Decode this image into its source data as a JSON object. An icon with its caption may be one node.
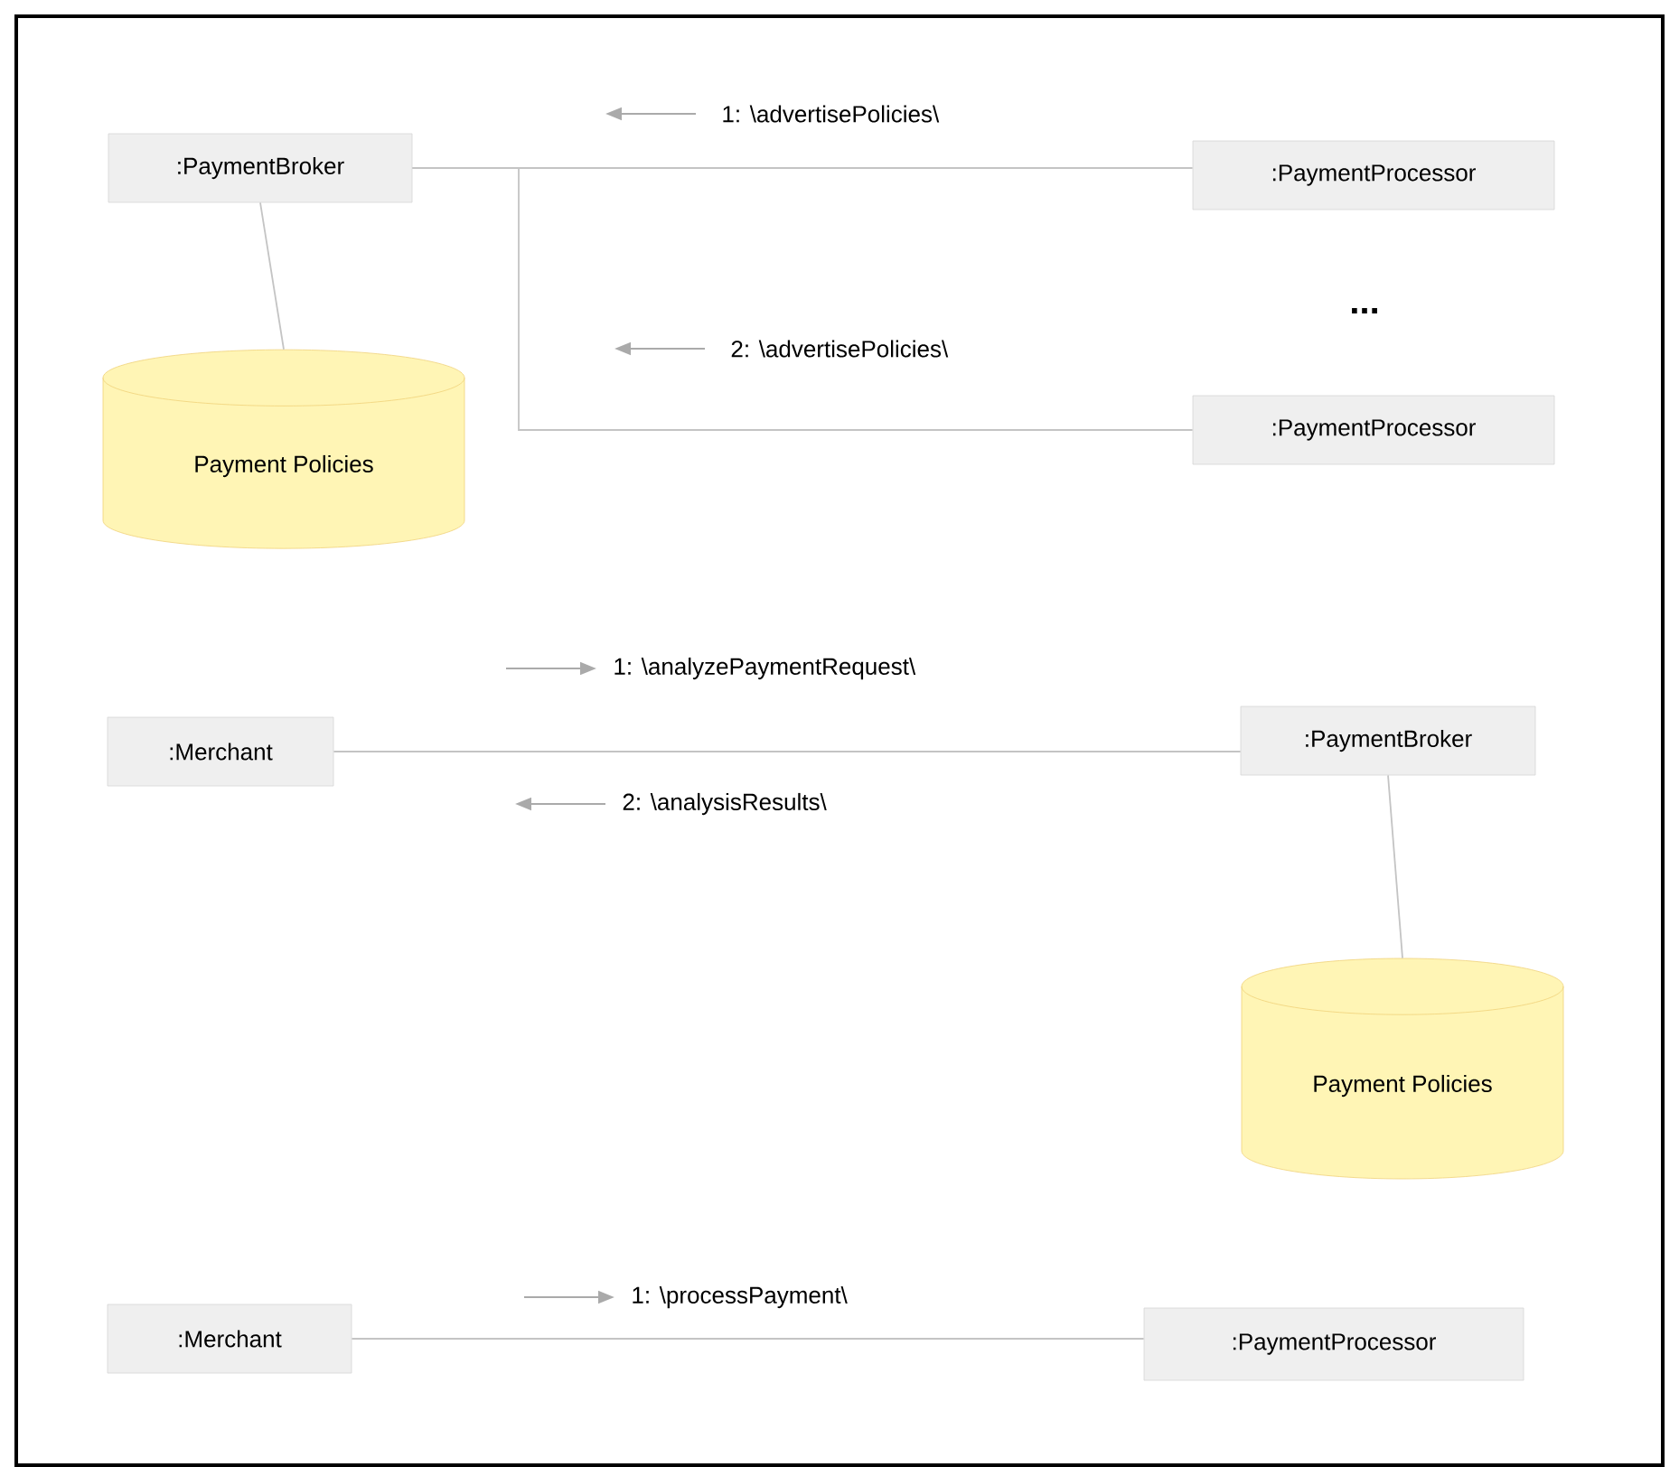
{
  "diagram": {
    "nodes": [
      {
        "text": [
          ":PaymentBroker"
        ]
      },
      {
        "text": [
          ":PaymentProcessor"
        ]
      },
      {
        "text": [
          ":PaymentProcessor"
        ]
      },
      {
        "text": [
          "Payment Policies"
        ]
      },
      {
        "text": [
          ":Merchant"
        ]
      },
      {
        "text": [
          ":PaymentBroker"
        ]
      },
      {
        "text": [
          "Payment Policies"
        ]
      },
      {
        "text": [
          ":Merchant"
        ]
      },
      {
        "text": [
          ":PaymentProcessor"
        ]
      }
    ],
    "edges": [
      {
        "from": 0,
        "to": 1,
        "arrow": "none"
      },
      {
        "from": 0,
        "to": 2,
        "arrow": "none"
      },
      {
        "from": 0,
        "to": 3,
        "arrow": "none"
      },
      {
        "from": 4,
        "to": 5,
        "arrow": "none"
      },
      {
        "from": 5,
        "to": 6,
        "arrow": "none"
      },
      {
        "from": 7,
        "to": 8,
        "arrow": "none"
      }
    ],
    "labels": [
      "1: \\advertisePolicies\\",
      "2: \\advertisePolicies\\",
      "...",
      "1: \\analyzePaymentRequest\\",
      "2: \\analysisResults\\",
      "1: \\processPayment\\"
    ]
  }
}
